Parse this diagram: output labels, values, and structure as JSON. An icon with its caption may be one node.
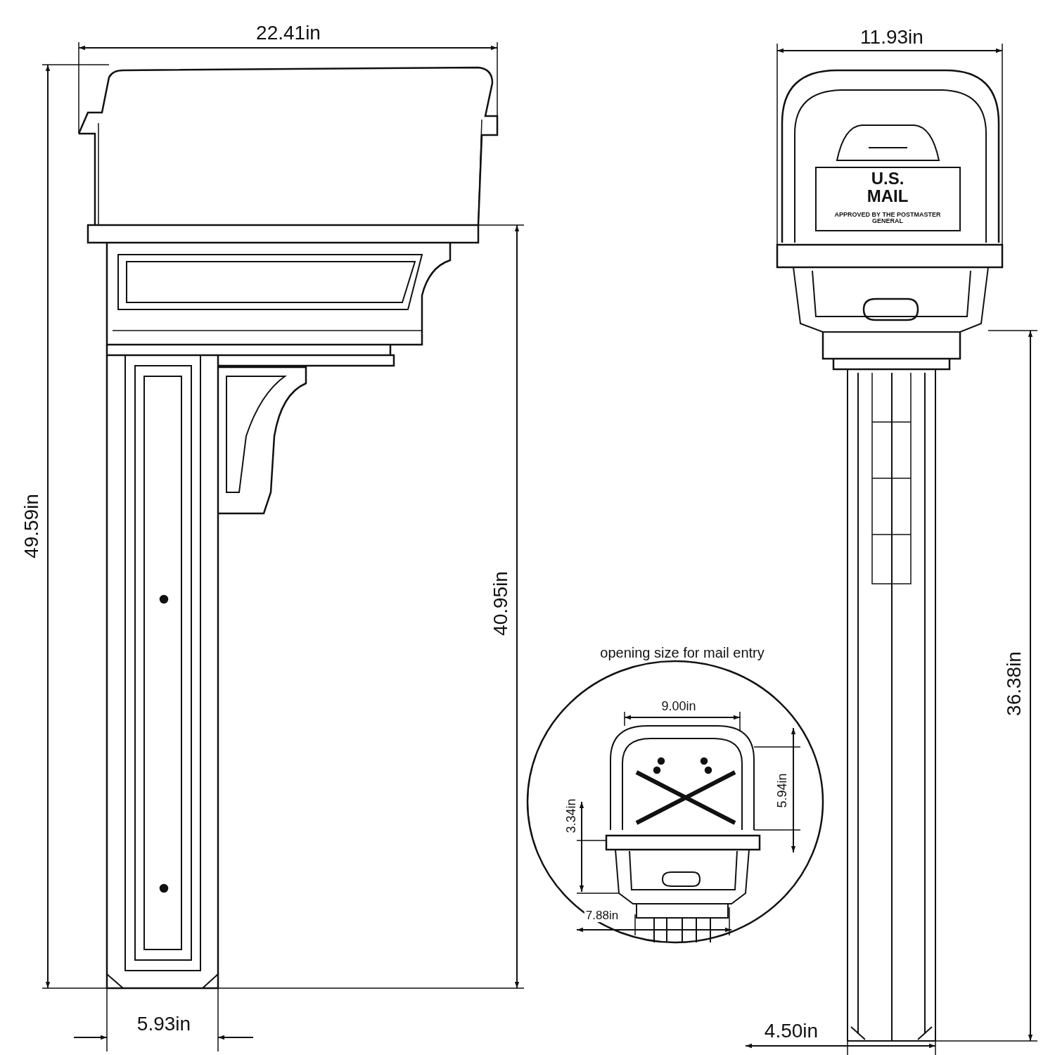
{
  "diagram": {
    "labels": [
      "22.41in",
      "11.93in",
      "U.S. MAIL",
      "APPROVED BY THE POSTMASTER GENERAL",
      "49.59in",
      "40.95in",
      "opening size for mail entry",
      "9.00in",
      "36.38in",
      "5.94in",
      "3.34in",
      "7.88in",
      "5.93in",
      "4.50in"
    ]
  }
}
